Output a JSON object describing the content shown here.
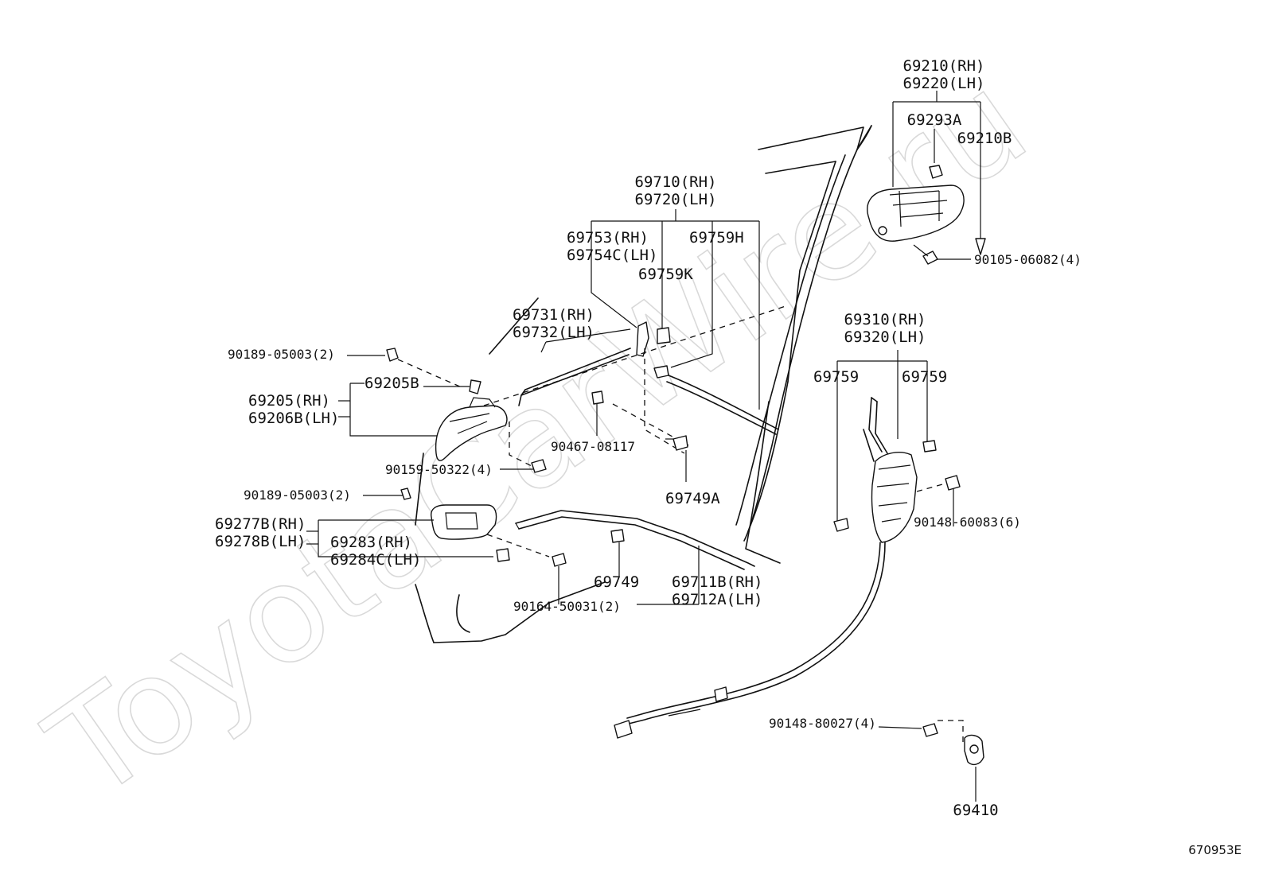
{
  "watermark": "ToyotaCarWire.ru",
  "figure_code": "670953E",
  "labels": {
    "outer_handle_rh": "69210(RH)",
    "outer_handle_lh": "69220(LH)",
    "outer_handle_part_a": "69293A",
    "outer_handle_part_b": "69210B",
    "outer_handle_screw": "90105-06082(4)",
    "rod_assy_rh": "69710(RH)",
    "rod_assy_lh": "69720(LH)",
    "rod_clip_rh": "69753(RH)",
    "rod_clip_lh": "69754C(LH)",
    "rod_part_h": "69759H",
    "rod_part_k": "69759K",
    "link_rod_rh": "69731(RH)",
    "link_rod_lh": "69732(LH)",
    "clip_90189_upper": "90189-05003(2)",
    "inner_handle_cap": "69205B",
    "inner_handle_rh": "69205(RH)",
    "inner_handle_lh": "69206B(LH)",
    "clip_90467": "90467-08117",
    "screw_90159": "90159-50322(4)",
    "rod_part_749a": "69749A",
    "clip_90189_lower": "90189-05003(2)",
    "bezel_rh": "69277B(RH)",
    "bezel_lh": "69278B(LH)",
    "bezel_cap_rh": "69283(RH)",
    "bezel_cap_lh": "69284C(LH)",
    "clip_69749": "69749",
    "cable_rh": "69711B(RH)",
    "cable_lh": "69712A(LH)",
    "screw_90164": "90164-50031(2)",
    "lock_rh": "69310(RH)",
    "lock_lh": "69320(LH)",
    "lock_part_left": "69759",
    "lock_part_right": "69759",
    "screw_90148_60083": "90148-60083(6)",
    "screw_90148_80027": "90148-80027(4)",
    "striker": "69410"
  }
}
